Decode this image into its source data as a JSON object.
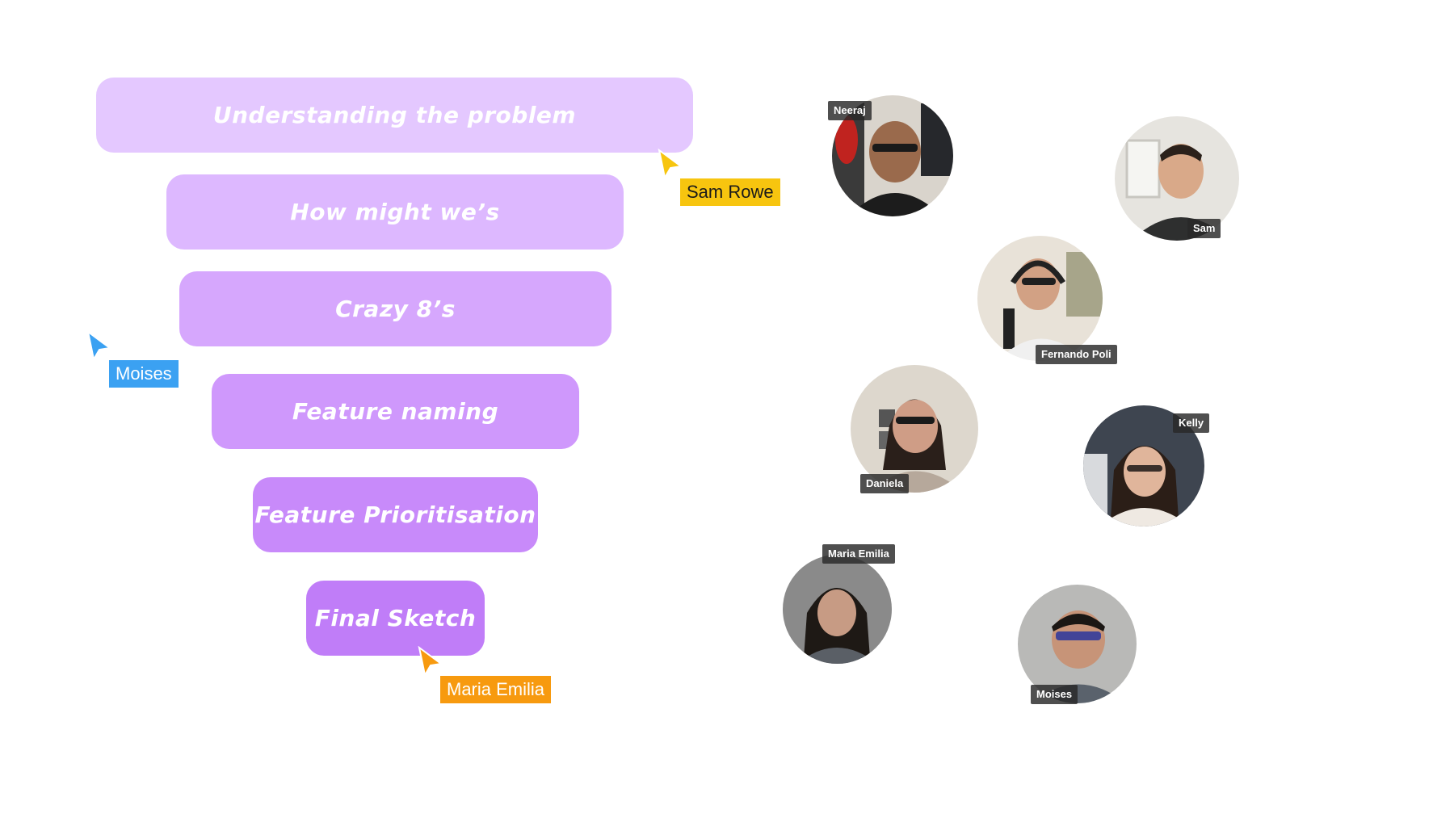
{
  "funnel": {
    "steps": [
      {
        "label": "Understanding the problem",
        "color": "#E4C8FF"
      },
      {
        "label": "How might we’s",
        "color": "#DDB8FF"
      },
      {
        "label": "Crazy 8’s",
        "color": "#D6A7FD"
      },
      {
        "label": "Feature naming",
        "color": "#CF98FC"
      },
      {
        "label": "Feature Prioritisation",
        "color": "#C88AFA"
      },
      {
        "label": "Final Sketch",
        "color": "#C07DF8"
      }
    ]
  },
  "cursors": [
    {
      "name": "Sam Rowe",
      "color": "#F7C50F",
      "text_color": "#1a1a1a"
    },
    {
      "name": "Moises",
      "color": "#3BA1F2",
      "text_color": "#ffffff"
    },
    {
      "name": "Maria Emilia",
      "color": "#F79A0F",
      "text_color": "#ffffff"
    }
  ],
  "participants": [
    {
      "name": "Neeraj"
    },
    {
      "name": "Sam"
    },
    {
      "name": "Fernando Poli"
    },
    {
      "name": "Daniela"
    },
    {
      "name": "Kelly"
    },
    {
      "name": "Maria Emilia"
    },
    {
      "name": "Moises"
    }
  ]
}
